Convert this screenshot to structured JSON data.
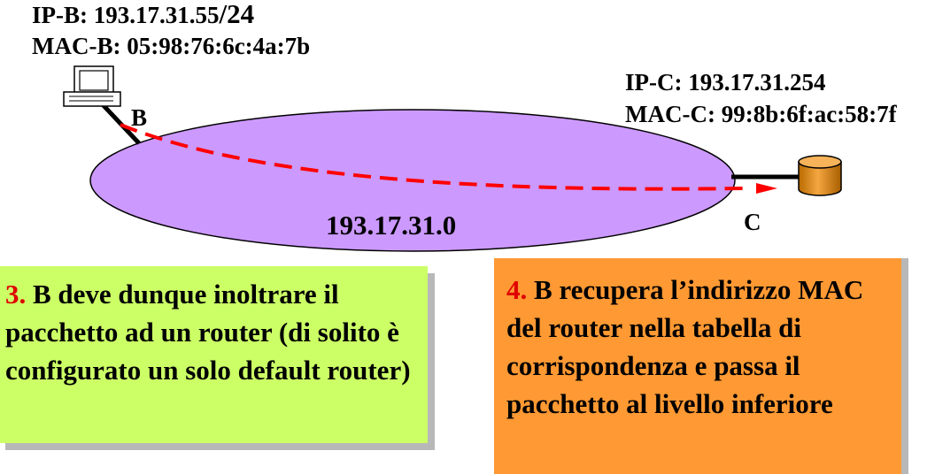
{
  "host_b": {
    "ip_label": "IP-B: 193.17.31.55",
    "ip_mask": "/24",
    "mac_label": "MAC-B: 05:98:76:6c:4a:7b",
    "node_letter": "B"
  },
  "router_c": {
    "ip_label": "IP-C: 193.17.31.254",
    "mac_label": "MAC-C: 99:8b:6f:ac:58:7f",
    "node_letter": "C"
  },
  "network": {
    "address": "193.17.31.0",
    "fill_color": "#cc99ff"
  },
  "path": {
    "color": "#ff0000"
  },
  "notes": [
    {
      "number": "3.",
      "text": "B deve dunque inoltrare il pacchetto ad un router (di solito è configurato un solo default router)",
      "color": "#ccff66"
    },
    {
      "number": "4.",
      "text": "B recupera l’indirizzo MAC del router nella tabella di corrispondenza e passa il pacchetto al livello inferiore",
      "color": "#ff9933"
    }
  ]
}
